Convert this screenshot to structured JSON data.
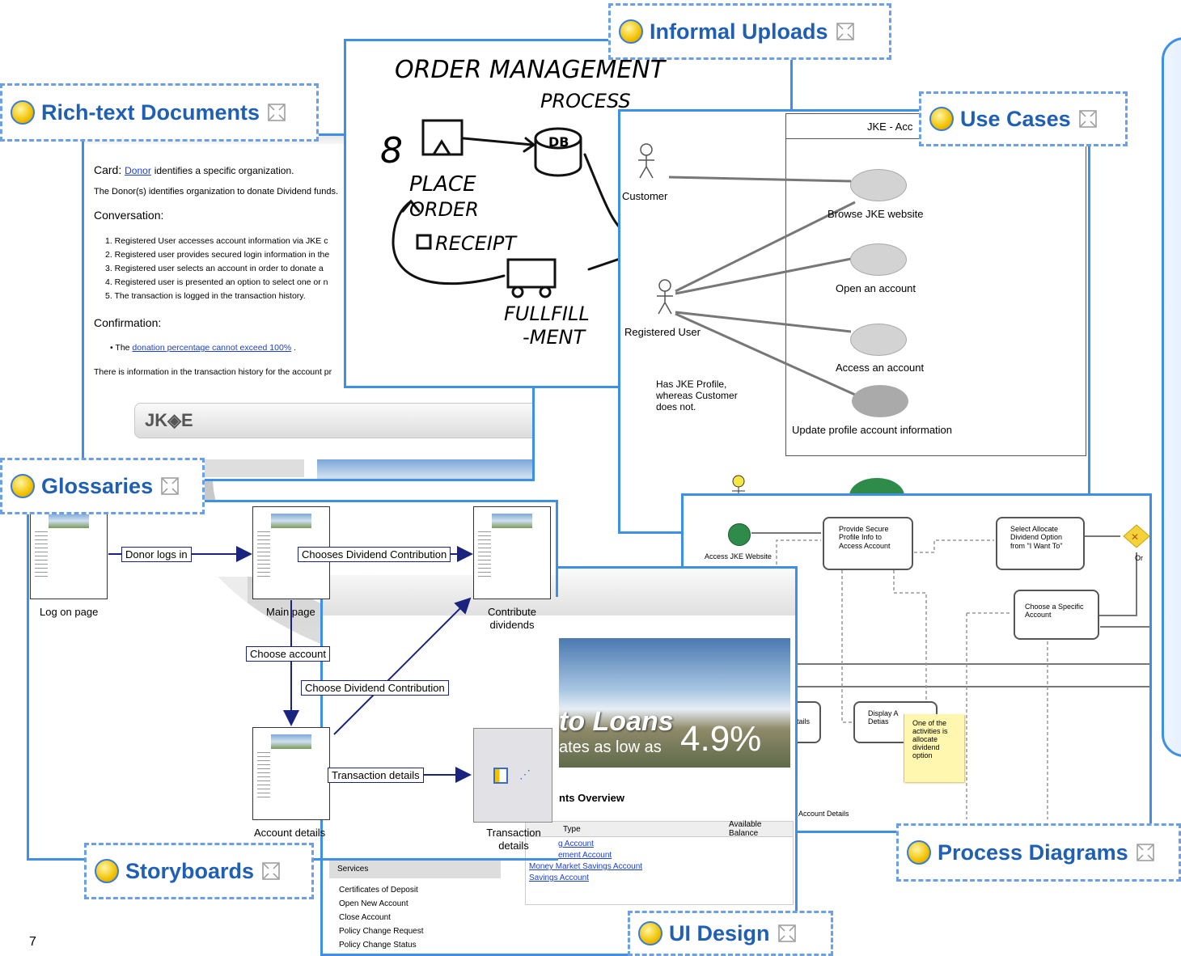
{
  "tags": {
    "rich_text": "Rich-text Documents",
    "informal_uploads": "Informal Uploads",
    "use_cases": "Use Cases",
    "glossaries": "Glossaries",
    "storyboards": "Storyboards",
    "process_diagrams": "Process Diagrams",
    "ui_design": "UI Design"
  },
  "rich_text_doc": {
    "card_heading": "Card:",
    "card_link": "Donor",
    "card_text": "identifies a specific organization.",
    "donor_line": "The Donor(s) identifies organization to donate Dividend funds.",
    "conversation_heading": "Conversation:",
    "steps": [
      "1.  Registered User accesses account information via JKE c",
      "2.  Registered user provides secured login information in the",
      "3.  Registered user selects an account in order to donate a",
      "4.  Registered user is presented an option to select one or n",
      "5.  The transaction is logged in the transaction history."
    ],
    "confirmation_heading": "Confirmation:",
    "bullet_prefix": "• The",
    "bullet_link": "donation percentage cannot exceed 100%",
    "bullet_suffix": ".",
    "history_line": "There is information in the transaction history for the account pr",
    "logo_text": "JK◈E"
  },
  "informal_upload": {
    "line1": "ORDER MANAGEMENT",
    "line2": "PROCESS",
    "place": "PLACE",
    "order": "ORDER",
    "receipt": "RECEIPT",
    "fulfill": "FULLFILL",
    "ment": "-MENT",
    "db": "DB",
    "eight": "8"
  },
  "use_case": {
    "system_title": "JKE - Acc",
    "actor_customer": "Customer",
    "actor_registered": "Registered User",
    "browse": "Browse JKE website",
    "open": "Open an account",
    "access": "Access an account",
    "update": "Update profile account information",
    "note": "Has JKE Profile, whereas Customer does not."
  },
  "storyboard": {
    "log_on": "Log on page",
    "main": "Main page",
    "contribute": "Contribute dividends",
    "account_details": "Account details",
    "transaction_details": "Transaction details",
    "donor_logs_in": "Donor logs in",
    "chooses_dividend": "Chooses Dividend Contribution",
    "choose_account": "Choose account",
    "choose_dividend": "Choose Dividend Contribution",
    "transaction_label": "Transaction details"
  },
  "process": {
    "access_site": "Access JKE Website",
    "provide_secure": "Provide Secure Profile Info to Access Account",
    "select_allocate": "Select Allocate Dividend Option from \"I Want To\"",
    "or": "Or",
    "choose_specific": "Choose a Specific Account",
    "display": "Display A Detias",
    "tails": "tails",
    "note": "One of the activities is allocate dividend option",
    "account_details": "Account Details"
  },
  "ui_design": {
    "banner_big": "to Loans",
    "banner_small": "ates as low as",
    "banner_rate": "4.9%",
    "overview": "nts Overview",
    "col_type": "Type",
    "col_balance": "Available Balance",
    "accounts": [
      "g Account",
      "ement Account",
      "Money Market Savings Account",
      "Savings Account"
    ],
    "menu_header": "Services",
    "menu": [
      "Certificates of Deposit",
      "Open New Account",
      "Close Account",
      "Policy Change Request",
      "Policy Change Status"
    ]
  },
  "page_number": "7",
  "colors": {
    "accent_blue": "#3d8fe8",
    "tag_text": "#1f5fb4",
    "storyboard_arrow": "#1a237e"
  }
}
